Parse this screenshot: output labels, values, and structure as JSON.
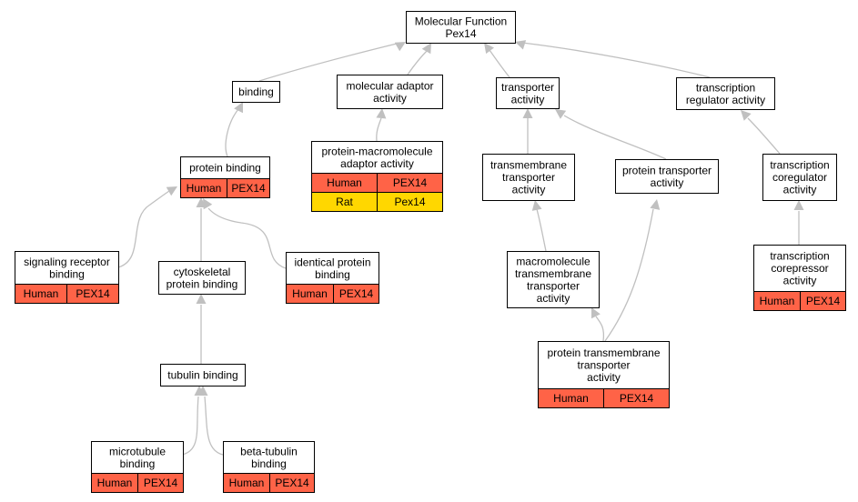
{
  "colors": {
    "human": "#ff6347",
    "rat": "#ffd700",
    "edge": "#c0c0c0"
  },
  "nodes": [
    {
      "id": "mf-root",
      "lines": [
        "Molecular Function",
        "Pex14"
      ],
      "annotations": []
    },
    {
      "id": "binding",
      "lines": [
        "binding"
      ],
      "annotations": []
    },
    {
      "id": "molecular-adaptor",
      "lines": [
        "molecular adaptor",
        "activity"
      ],
      "annotations": []
    },
    {
      "id": "transporter",
      "lines": [
        "transporter",
        "activity"
      ],
      "annotations": []
    },
    {
      "id": "transcription-regulator",
      "lines": [
        "transcription",
        "regulator activity"
      ],
      "annotations": []
    },
    {
      "id": "protein-binding",
      "lines": [
        "protein binding"
      ],
      "annotations": [
        {
          "species": "Human",
          "gene": "PEX14"
        }
      ]
    },
    {
      "id": "protein-macromolecule-adaptor",
      "lines": [
        "protein-macromolecule",
        "adaptor activity"
      ],
      "annotations": [
        {
          "species": "Human",
          "gene": "PEX14"
        },
        {
          "species": "Rat",
          "gene": "Pex14"
        }
      ]
    },
    {
      "id": "transmembrane-transporter",
      "lines": [
        "transmembrane",
        "transporter",
        "activity"
      ],
      "annotations": []
    },
    {
      "id": "protein-transporter",
      "lines": [
        "protein transporter",
        "activity"
      ],
      "annotations": []
    },
    {
      "id": "transcription-coregulator",
      "lines": [
        "transcription",
        "coregulator",
        "activity"
      ],
      "annotations": []
    },
    {
      "id": "signaling-receptor-binding",
      "lines": [
        "signaling receptor",
        "binding"
      ],
      "annotations": [
        {
          "species": "Human",
          "gene": "PEX14"
        }
      ]
    },
    {
      "id": "cytoskeletal-protein-binding",
      "lines": [
        "cytoskeletal",
        "protein binding"
      ],
      "annotations": []
    },
    {
      "id": "identical-protein-binding",
      "lines": [
        "identical protein",
        "binding"
      ],
      "annotations": [
        {
          "species": "Human",
          "gene": "PEX14"
        }
      ]
    },
    {
      "id": "macromolecule-transmembrane-transporter",
      "lines": [
        "macromolecule",
        "transmembrane",
        "transporter",
        "activity"
      ],
      "annotations": []
    },
    {
      "id": "transcription-corepressor",
      "lines": [
        "transcription",
        "corepressor",
        "activity"
      ],
      "annotations": [
        {
          "species": "Human",
          "gene": "PEX14"
        }
      ]
    },
    {
      "id": "tubulin-binding",
      "lines": [
        "tubulin binding"
      ],
      "annotations": []
    },
    {
      "id": "protein-transmembrane-transporter",
      "lines": [
        "protein transmembrane",
        "transporter",
        "activity"
      ],
      "annotations": [
        {
          "species": "Human",
          "gene": "PEX14"
        }
      ]
    },
    {
      "id": "microtubule-binding",
      "lines": [
        "microtubule",
        "binding"
      ],
      "annotations": [
        {
          "species": "Human",
          "gene": "PEX14"
        }
      ]
    },
    {
      "id": "beta-tubulin-binding",
      "lines": [
        "beta-tubulin",
        "binding"
      ],
      "annotations": [
        {
          "species": "Human",
          "gene": "PEX14"
        }
      ]
    }
  ],
  "edges": [
    {
      "from": "binding",
      "to": "mf-root"
    },
    {
      "from": "molecular-adaptor",
      "to": "mf-root"
    },
    {
      "from": "transporter",
      "to": "mf-root"
    },
    {
      "from": "transcription-regulator",
      "to": "mf-root"
    },
    {
      "from": "protein-binding",
      "to": "binding"
    },
    {
      "from": "protein-macromolecule-adaptor",
      "to": "molecular-adaptor"
    },
    {
      "from": "transmembrane-transporter",
      "to": "transporter"
    },
    {
      "from": "protein-transporter",
      "to": "transporter"
    },
    {
      "from": "transcription-coregulator",
      "to": "transcription-regulator"
    },
    {
      "from": "signaling-receptor-binding",
      "to": "protein-binding"
    },
    {
      "from": "cytoskeletal-protein-binding",
      "to": "protein-binding"
    },
    {
      "from": "identical-protein-binding",
      "to": "protein-binding"
    },
    {
      "from": "macromolecule-transmembrane-transporter",
      "to": "transmembrane-transporter"
    },
    {
      "from": "transcription-corepressor",
      "to": "transcription-coregulator"
    },
    {
      "from": "tubulin-binding",
      "to": "cytoskeletal-protein-binding"
    },
    {
      "from": "protein-transmembrane-transporter",
      "to": "macromolecule-transmembrane-transporter"
    },
    {
      "from": "protein-transmembrane-transporter",
      "to": "protein-transporter"
    },
    {
      "from": "microtubule-binding",
      "to": "tubulin-binding"
    },
    {
      "from": "beta-tubulin-binding",
      "to": "tubulin-binding"
    }
  ]
}
